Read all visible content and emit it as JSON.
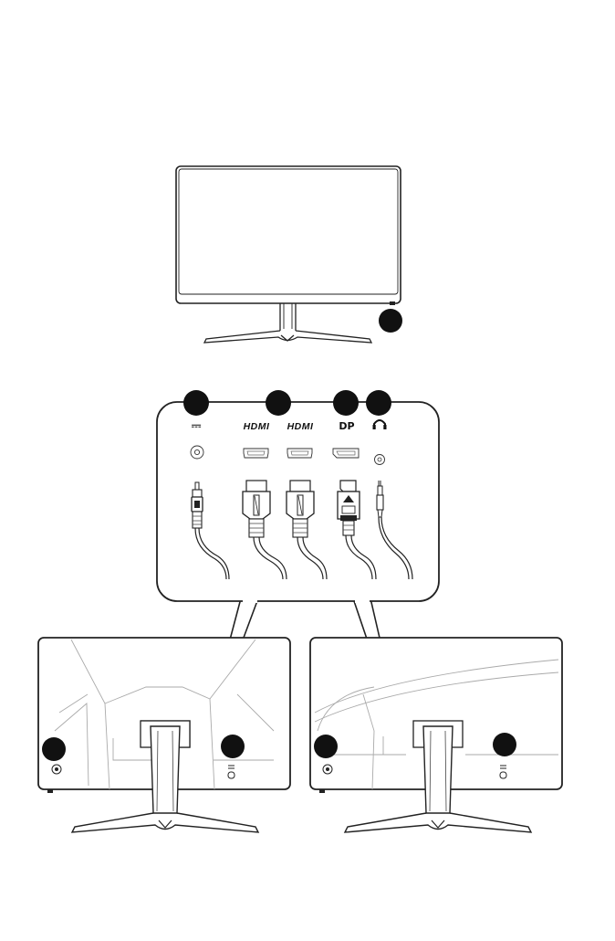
{
  "port_labels": {
    "dc_in": "⎓",
    "hdmi_1": "HDMI",
    "hdmi_2": "HDMI",
    "displayport": "DP",
    "headphone_icon": "headphone-icon"
  },
  "callout_markers": {
    "count_top": 1,
    "count_ports": 4,
    "count_rear": 4
  }
}
